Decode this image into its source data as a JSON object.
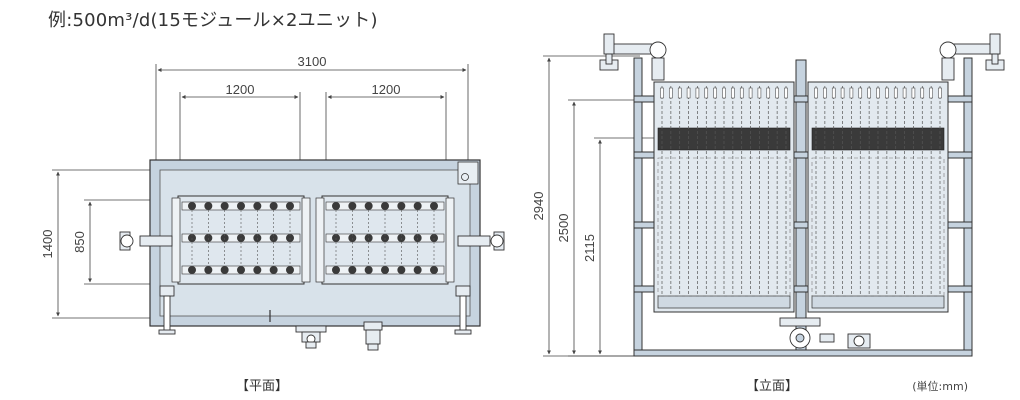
{
  "title": "例:500m³/d(15モジュール×2ユニット)",
  "plan_view": {
    "caption": "【平面】",
    "dim_overall_width": "3100",
    "dim_unit_width_left": "1200",
    "dim_unit_width_right": "1200",
    "dim_overall_depth": "1400",
    "dim_inner_depth": "850"
  },
  "elevation_view": {
    "caption": "【立面】",
    "dim_overall_height": "2940",
    "dim_height_2": "2500",
    "dim_height_3": "2115"
  },
  "unit_note": "(単位:mm)",
  "colors": {
    "frame_fill": "#c6d3df",
    "line": "#333333",
    "module_dark": "#3a3a3a",
    "dim_line": "#444444"
  }
}
